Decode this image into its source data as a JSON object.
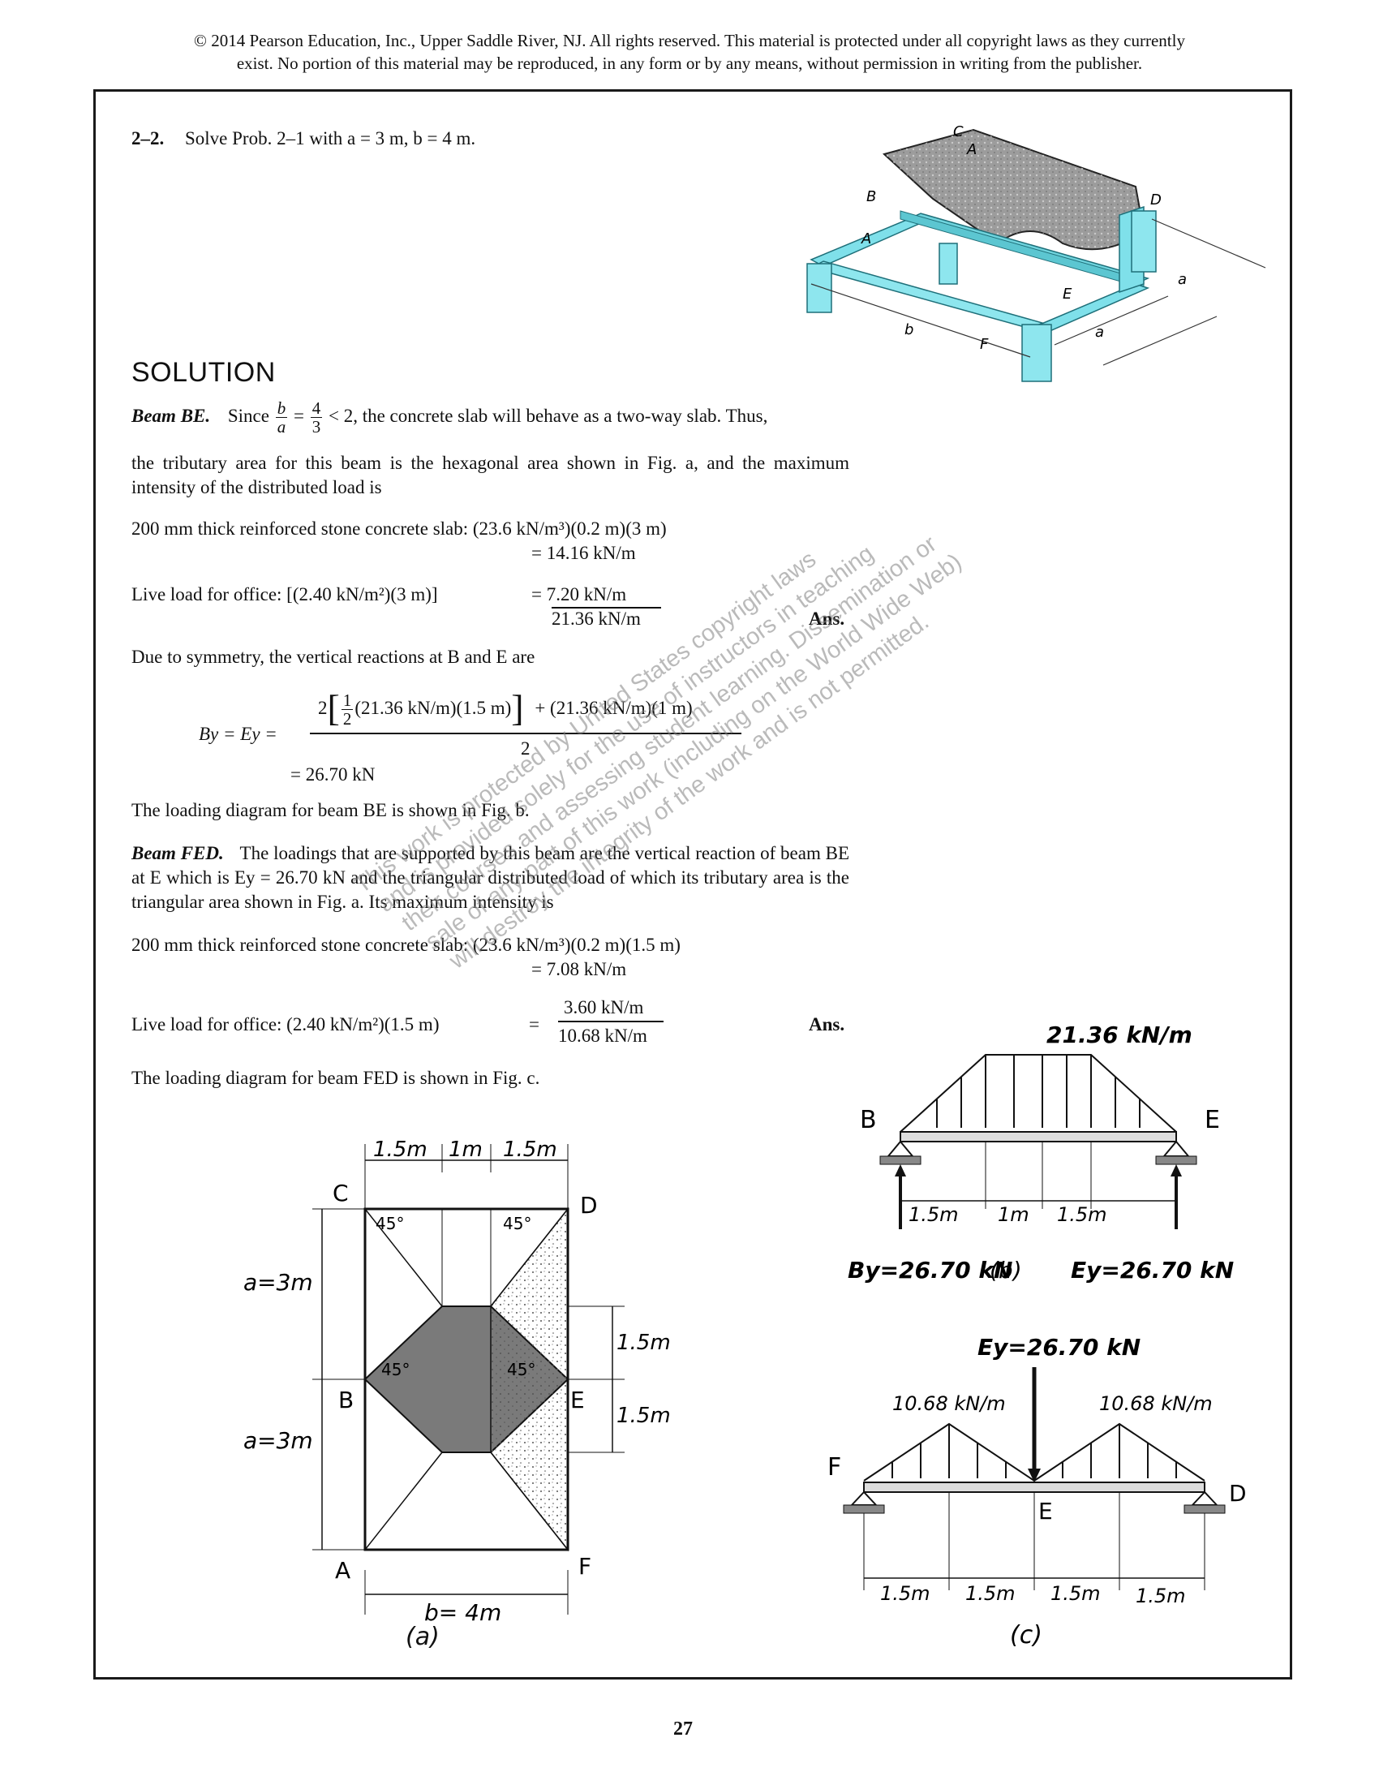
{
  "header": {
    "copyright_line1": "© 2014 Pearson Education, Inc., Upper Saddle River, NJ.  All rights reserved. This material is protected under all copyright laws as they currently",
    "copyright_line2": "exist. No portion of this material may be reproduced, in any form or by any means, without permission in writing from the publisher."
  },
  "problem": {
    "number": "2–2.",
    "statement": "Solve Prob. 2–1 with a = 3 m, b = 4 m."
  },
  "figure_3d": {
    "labels": [
      "A",
      "B",
      "C",
      "D",
      "E",
      "F",
      "a",
      "a",
      "b"
    ]
  },
  "solution": {
    "heading": "SOLUTION",
    "beam_be_title": "Beam BE.",
    "since": "Since",
    "frac_ba_num": "b",
    "frac_ba_den": "a",
    "frac_43_num": "4",
    "frac_43_den": "3",
    "since_rest": "< 2, the concrete slab will behave as a two-way slab. Thus,",
    "para1": "the tributary area for this beam is the hexagonal area shown in Fig. a, and the maximum intensity of the distributed load is",
    "slab_label": "200 mm thick reinforced stone concrete slab: (23.6 kN/m³)(0.2 m)(3 m)",
    "slab_result": "= 14.16 kN/m",
    "live_label": "Live load for office: [(2.40 kN/m²)(3 m)]",
    "live_result": "= 7.20 kN/m",
    "total": "21.36 kN/m",
    "ans": "Ans.",
    "symmetry": "Due to symmetry, the vertical reactions at B and E are",
    "eq_lhs": "By = Ey =",
    "eq_two": "2",
    "eq_half_num": "1",
    "eq_half_den": "2",
    "eq_term1": "(21.36 kN/m)(1.5 m)",
    "eq_term2": "+ (21.36 kN/m)(1 m)",
    "eq_den": "2",
    "eq_result": "= 26.70 kN",
    "loading_be": "The loading diagram for beam BE is shown in Fig. b.",
    "beam_fed_title": "Beam FED.",
    "beam_fed_text": "The loadings that are supported by this beam are the vertical reaction of beam BE at E which is Ey = 26.70 kN and the triangular distributed load of which its tributary area is the triangular area shown in Fig. a. Its maximum intensity is",
    "slab2_label": "200 mm thick reinforced stone concrete slab: (23.6 kN/m³)(0.2 m)(1.5 m)",
    "slab2_result": "= 7.08 kN/m",
    "live2_label": "Live load for office: (2.40 kN/m²)(1.5 m)",
    "live2_eq": "=",
    "live2_result": "3.60 kN/m",
    "total2": "10.68 kN/m",
    "ans2": "Ans.",
    "loading_fed": "The loading diagram for beam FED is shown in Fig. c."
  },
  "fig_a": {
    "top_dims": [
      "1.5m",
      "1m",
      "1.5m"
    ],
    "left_dims": [
      "a=3m",
      "a=3m"
    ],
    "right_dims": [
      "1.5m",
      "1.5m"
    ],
    "angles": [
      "45°",
      "45°",
      "45°",
      "45°"
    ],
    "nodes": [
      "C",
      "D",
      "B",
      "E",
      "A",
      "F"
    ],
    "bottom_dim": "b= 4m",
    "caption": "(a)"
  },
  "fig_b": {
    "load": "21.36 kN/m",
    "nodes": [
      "B",
      "E"
    ],
    "dims": [
      "1.5m",
      "1m",
      "1.5m"
    ],
    "by": "By=26.70 kN",
    "ey": "Ey=26.70 kN",
    "caption": "(b)"
  },
  "fig_c": {
    "point_load": "Ey=26.70 kN",
    "load_left": "10.68 kN/m",
    "load_right": "10.68 kN/m",
    "nodes": [
      "F",
      "E",
      "D"
    ],
    "dims": [
      "1.5m",
      "1.5m",
      "1.5m",
      "1.5m"
    ],
    "caption": "(c)"
  },
  "watermark": {
    "lines": [
      "This work is protected by United States copyright laws",
      "and is provided solely for the use of instructors in teaching",
      "their courses and assessing student learning. Dissemination or",
      "sale of any part of this work (including on the World Wide Web)",
      "will destroy the integrity of the work and is not permitted."
    ]
  },
  "footer": {
    "page_number": "27"
  }
}
